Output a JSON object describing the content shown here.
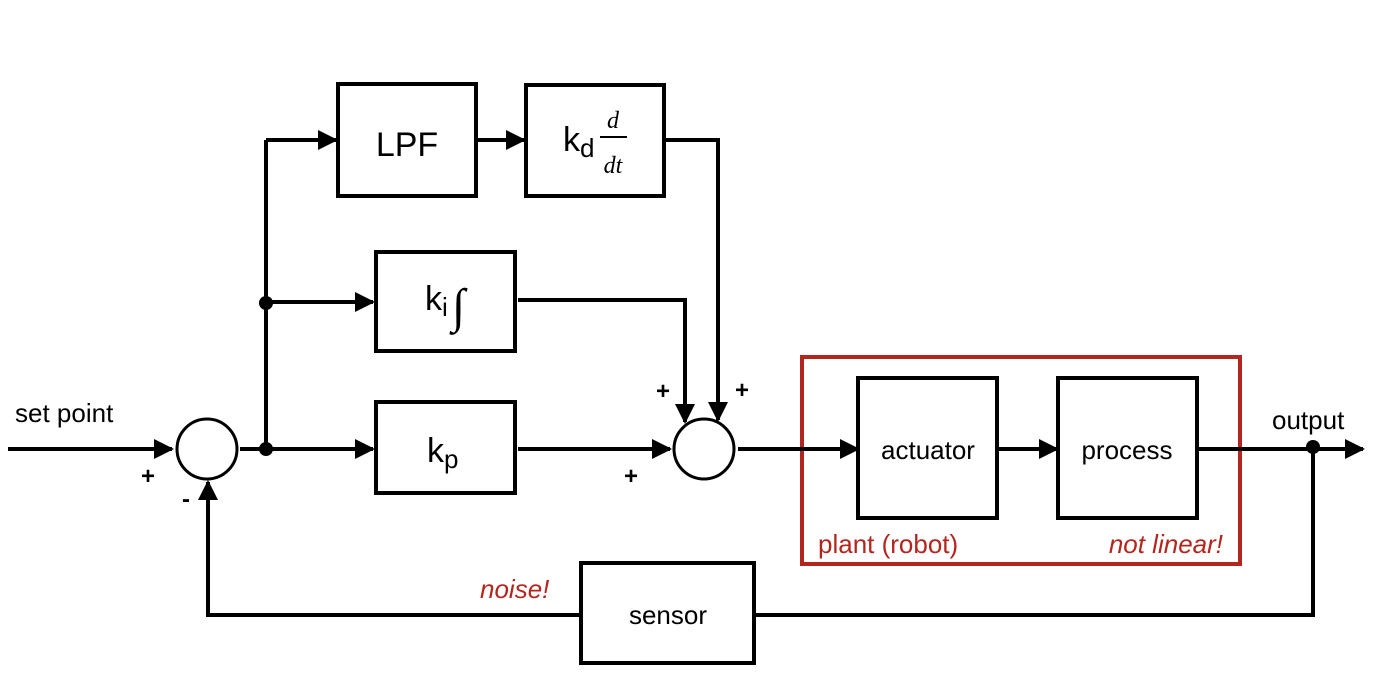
{
  "signals": {
    "set_point": "set point",
    "output": "output",
    "noise": "noise!"
  },
  "blocks": {
    "lpf": "LPF",
    "kd": {
      "base": "k",
      "sub": "d",
      "num": "d",
      "den": "dt"
    },
    "ki": {
      "base": "k",
      "sub": "i",
      "integral": "∫"
    },
    "kp": {
      "base": "k",
      "sub": "p"
    },
    "actuator": "actuator",
    "process": "process",
    "sensor": "sensor"
  },
  "plant": {
    "label": "plant (robot)",
    "note": "not linear!"
  },
  "signs": {
    "sum1_plus": "+",
    "sum1_minus": "-",
    "sum2_plus_left": "+",
    "sum2_plus_top_left": "+",
    "sum2_plus_top_right": "+"
  },
  "colors": {
    "plant_border": "#b3261e",
    "annotation": "#b3261e",
    "lines": "#000000"
  }
}
